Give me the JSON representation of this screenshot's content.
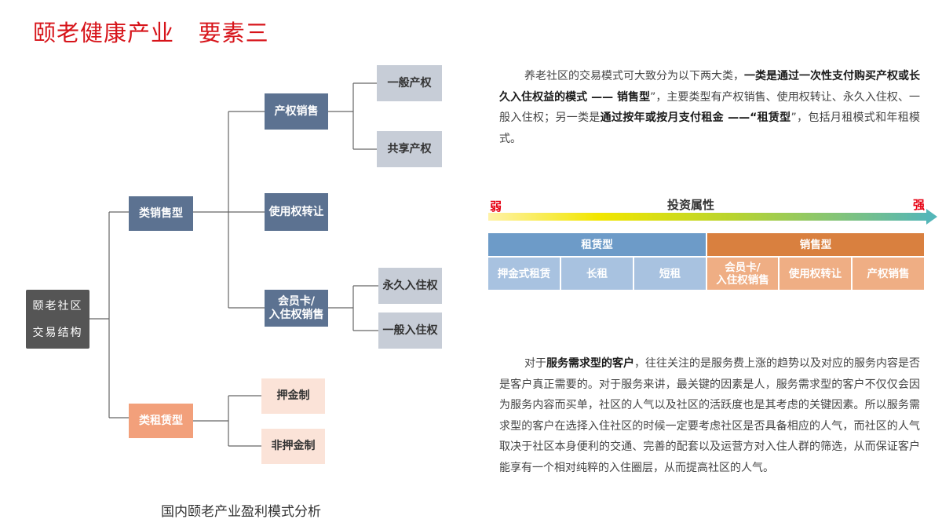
{
  "title": "颐老健康产业   要素三",
  "tree": {
    "root": {
      "line1": "颐老社区",
      "line2": "交易结构"
    },
    "sales_type": "类销售型",
    "property_sale": "产权销售",
    "general_property": "一般产权",
    "shared_property": "共享产权",
    "use_right_transfer": "使用权转让",
    "member_card": {
      "line1": "会员卡/",
      "line2": "入住权销售"
    },
    "permanent_residence": "永久入住权",
    "general_residence": "一般入住权",
    "rental_type": "类租赁型",
    "deposit_system": "押金制",
    "non_deposit_system": "非押金制"
  },
  "caption": "国内颐老产业盈利模式分析",
  "paragraph1": {
    "p1": "养老社区的交易模式可大致分为以下两大类，",
    "b1": "一类是通过一次性支付购买产权或长久入住权益的模式  ——  销售型",
    "p2": "”，主要类型有产权销售、使用权转让、永久入住权、一般入住权；另一类是",
    "b2": "通过按年或按月支付租金  ——“租赁型",
    "p3": "”，包括月租模式和年租模式。"
  },
  "spectrum": {
    "weak": "弱",
    "label": "投资属性",
    "strong": "强"
  },
  "table": {
    "rental_header": "租赁型",
    "sales_header": "销售型",
    "rental_cells": [
      "押金式租赁",
      "长租",
      "短租"
    ],
    "sales_cells": [
      {
        "line1": "会员卡/",
        "line2": "入住权销售"
      },
      {
        "line1": "使用权转让",
        "line2": ""
      },
      {
        "line1": "产权销售",
        "line2": ""
      }
    ]
  },
  "paragraph2": {
    "p1": "对于",
    "b1": "服务需求型的客户",
    "p2": "，往往关注的是服务费上涨的趋势以及对应的服务内容是否是客户真正需要的。对于服务来讲，最关键的因素是人，服务需求型的客户不仅仅会因为服务内容而买单，社区的人气以及社区的活跃度也是其考虑的关键因素。所以服务需求型的客户在选择入住社区的时候一定要考虑社区是否具备相应的人气，而社区的人气取决于社区本身便利的交通、完善的配套以及运营方对入住人群的筛选，从而保证客户能享有一个相对纯粹的入住圈层，从而提高社区的人气。"
  },
  "colors": {
    "title_red": "#d7141a",
    "node_dark_blue": "#5c7291",
    "node_light_gray": "#c7cdd7",
    "node_orange": "#f2a07b",
    "node_light_pink": "#fbe3d8",
    "header_blue": "#6d9bc8",
    "header_orange": "#d9803f"
  }
}
